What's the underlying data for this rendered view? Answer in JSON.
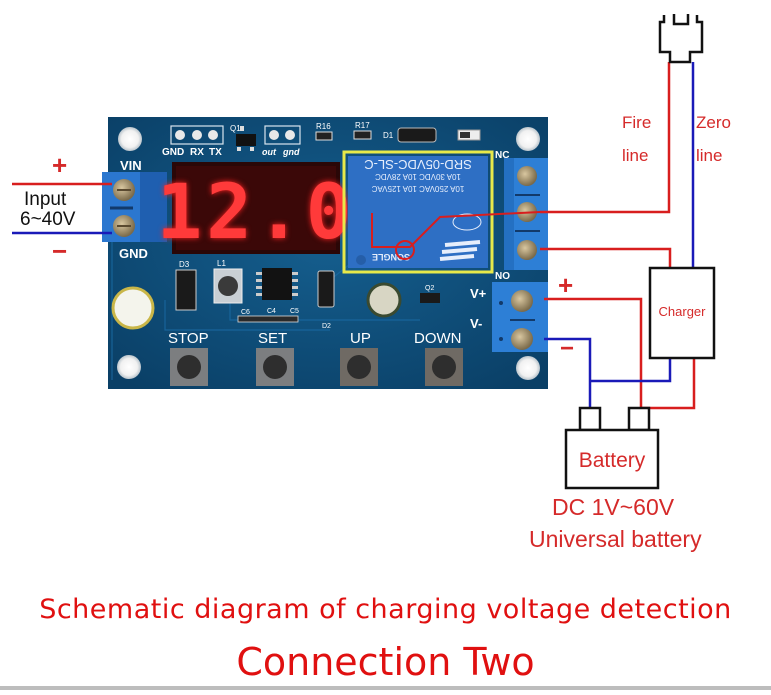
{
  "diagram": {
    "title": "Schematic diagram of charging voltage detection",
    "subtitle": "Connection Two",
    "input": {
      "plus": "+",
      "label_line1": "Input",
      "label_line2": "6~40V",
      "minus": "−"
    },
    "board": {
      "terminal_labels": {
        "vin": "VIN",
        "gnd": "GND",
        "nc": "NC",
        "no": "NO",
        "vplus": "V+",
        "vminus": "V-"
      },
      "header_labels": {
        "gnd": "GND",
        "rx": "RX",
        "tx": "TX",
        "out": "out",
        "gnd2": "gnd"
      },
      "component_labels": {
        "q1": "Q1",
        "r16": "R16",
        "r17": "R17",
        "d1": "D1",
        "d3": "D3",
        "l1": "L1",
        "c6": "C6",
        "c4": "C4",
        "c5": "C5",
        "d2": "D2",
        "q2": "Q2"
      },
      "display_value": "12.0",
      "relay": {
        "model": "SRD-05VDC-SL-C",
        "rating1": "10A 30VDC 10A 28VDC",
        "rating2": "10A 250VAC 10A 125VAC",
        "brand": "SONGLE"
      },
      "buttons": [
        "STOP",
        "SET",
        "UP",
        "DOWN"
      ]
    },
    "plug": {
      "fire_line": [
        "Fire",
        "line"
      ],
      "zero_line": [
        "Zero",
        "line"
      ]
    },
    "charger_label": "Charger",
    "output_plus": "+",
    "output_minus": "−",
    "battery": {
      "label": "Battery",
      "spec_line1": "DC 1V~60V",
      "spec_line2": "Universal battery"
    },
    "colors": {
      "wire_red": "#d81e1e",
      "wire_blue": "#1a1ab8",
      "pcb": "#0d4f7c",
      "terminal_blue": "#2d7fd6",
      "display_red": "#ff3030",
      "title_red": "#e01010"
    }
  }
}
